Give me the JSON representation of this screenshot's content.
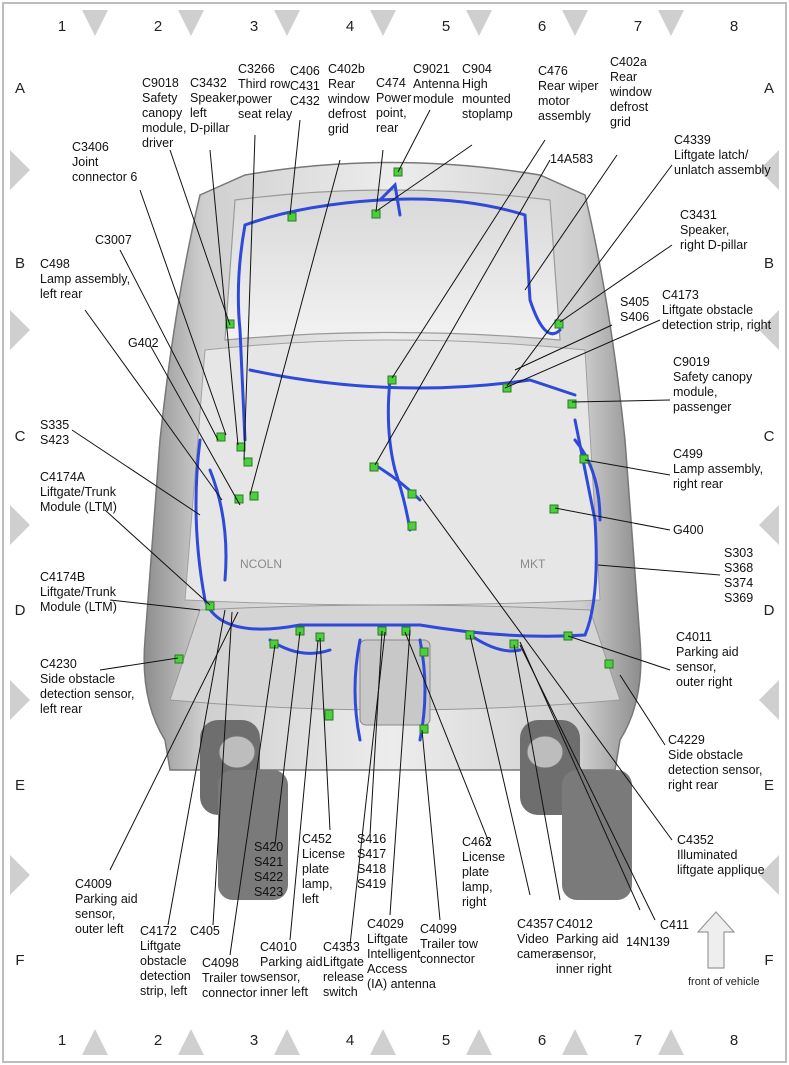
{
  "columns": [
    "1",
    "2",
    "3",
    "4",
    "5",
    "6",
    "7",
    "8"
  ],
  "rows": [
    "A",
    "B",
    "C",
    "D",
    "E",
    "F"
  ],
  "front_of_vehicle": "front of vehicle",
  "badge_left": "NCOLN",
  "badge_right": "MKT",
  "callouts": {
    "c9018": [
      "C9018",
      "Safety",
      "canopy",
      "module,",
      "driver"
    ],
    "c3432": [
      "C3432",
      "Speaker,",
      "left",
      "D-pillar"
    ],
    "c3266": [
      "C3266",
      "Third row",
      "power",
      "seat relay"
    ],
    "c406": [
      "C406",
      "C431",
      "C432"
    ],
    "c402b": [
      "C402b",
      "Rear",
      "window",
      "defrost",
      "grid"
    ],
    "c474": [
      "C474",
      "Power",
      "point,",
      "rear"
    ],
    "c9021": [
      "C9021",
      "Antenna",
      "module"
    ],
    "c904": [
      "C904",
      "High",
      "mounted",
      "stoplamp"
    ],
    "c476": [
      "C476",
      "Rear wiper",
      "motor",
      "assembly"
    ],
    "c402a": [
      "C402a",
      "Rear",
      "window",
      "defrost",
      "grid"
    ],
    "c3406": [
      "C3406",
      "Joint",
      "connector 6"
    ],
    "c4339": [
      "C4339",
      "Liftgate latch/",
      "unlatch assembly"
    ],
    "n14a583": [
      "14A583"
    ],
    "c3007": [
      "C3007"
    ],
    "c3431": [
      "C3431",
      "Speaker,",
      "right D-pillar"
    ],
    "c498": [
      "C498",
      "Lamp assembly,",
      "left rear"
    ],
    "s405": [
      "S405",
      "S406"
    ],
    "c4173": [
      "C4173",
      "Liftgate obstacle",
      "detection strip, right"
    ],
    "g402": [
      "G402"
    ],
    "c9019": [
      "C9019",
      "Safety canopy",
      "module,",
      "passenger"
    ],
    "s335": [
      "S335",
      "S423"
    ],
    "c499": [
      "C499",
      "Lamp assembly,",
      "right rear"
    ],
    "c4174a": [
      "C4174A",
      "Liftgate/Trunk",
      "Module (LTM)"
    ],
    "g400": [
      "G400"
    ],
    "s303": [
      "S303",
      "S368",
      "S374",
      "S369"
    ],
    "c4174b": [
      "C4174B",
      "Liftgate/Trunk",
      "Module (LTM)"
    ],
    "c4011": [
      "C4011",
      "Parking aid",
      "sensor,",
      "outer right"
    ],
    "c4230": [
      "C4230",
      "Side obstacle",
      "detection sensor,",
      "left rear"
    ],
    "c4229": [
      "C4229",
      "Side obstacle",
      "detection sensor,",
      "right rear"
    ],
    "c4352": [
      "C4352",
      "Illuminated",
      "liftgate applique"
    ],
    "s420": [
      "S420",
      "S421",
      "S422",
      "S423"
    ],
    "c452": [
      "C452",
      "License",
      "plate",
      "lamp,",
      "left"
    ],
    "s416": [
      "S416",
      "S417",
      "S418",
      "S419"
    ],
    "c462": [
      "C462",
      "License",
      "plate",
      "lamp,",
      "right"
    ],
    "c4009": [
      "C4009",
      "Parking aid",
      "sensor,",
      "outer left"
    ],
    "c411": [
      "C411"
    ],
    "c4172": [
      "C4172",
      "Liftgate",
      "obstacle",
      "detection",
      "strip, left"
    ],
    "c405": [
      "C405"
    ],
    "c4098": [
      "C4098",
      "Trailer tow",
      "connector"
    ],
    "c4010": [
      "C4010",
      "Parking aid",
      "sensor,",
      "inner left"
    ],
    "c4353": [
      "C4353",
      "Liftgate",
      "release",
      "switch"
    ],
    "c4029": [
      "C4029",
      "Liftgate",
      "Intelligent",
      "Access",
      "(IA) antenna"
    ],
    "c4099": [
      "C4099",
      "Trailer tow",
      "connector"
    ],
    "c4357": [
      "C4357",
      "Video",
      "camera"
    ],
    "c4012": [
      "C4012",
      "Parking aid",
      "sensor,",
      "inner right"
    ],
    "n14n139": [
      "14N139"
    ]
  },
  "colors": {
    "harness": "#2f49d8",
    "connector": "#4ccf3c",
    "frame": "#bdbdbd",
    "body": "#d9d9d9"
  }
}
